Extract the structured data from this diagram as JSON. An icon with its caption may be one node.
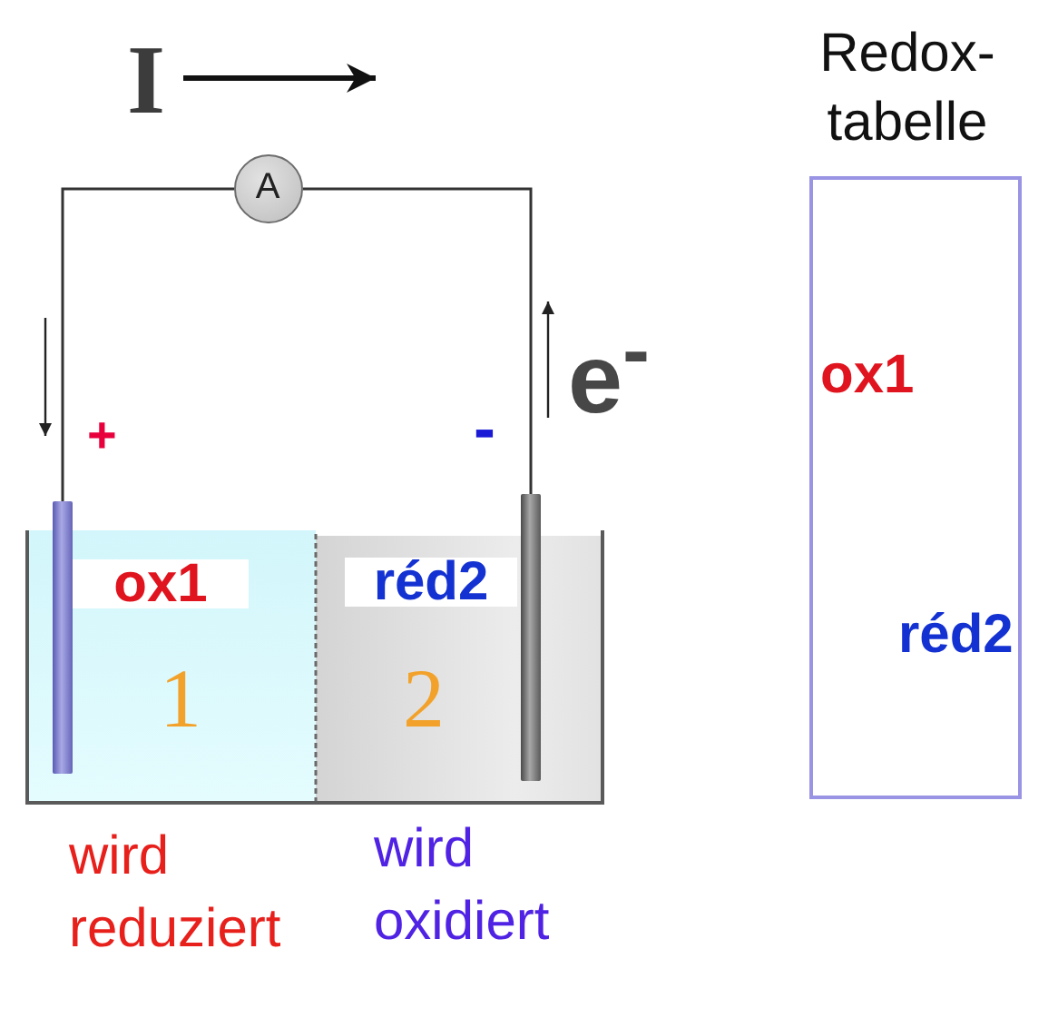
{
  "diagram": {
    "nodes": [
      {
        "text": [
          "A"
        ]
      },
      {
        "text": [
          "Redox- tabelle",
          "ox1",
          "réd2"
        ]
      },
      {
        "text": [],
        "shape": "bar"
      },
      {
        "text": [],
        "shape": "bar"
      },
      {
        "text": [
          "ox1",
          "1"
        ],
        "beside": [
          "wird reduziert"
        ]
      },
      {
        "text": [
          "réd2",
          "2"
        ],
        "beside": [
          "wird oxidiert"
        ]
      }
    ],
    "edges": [
      {
        "from": 2,
        "to": 0,
        "arrow": "none"
      },
      {
        "from": 0,
        "to": 3,
        "arrow": "none"
      }
    ],
    "labels": [
      "I",
      "e$^{-}$",
      "+",
      "-"
    ]
  }
}
